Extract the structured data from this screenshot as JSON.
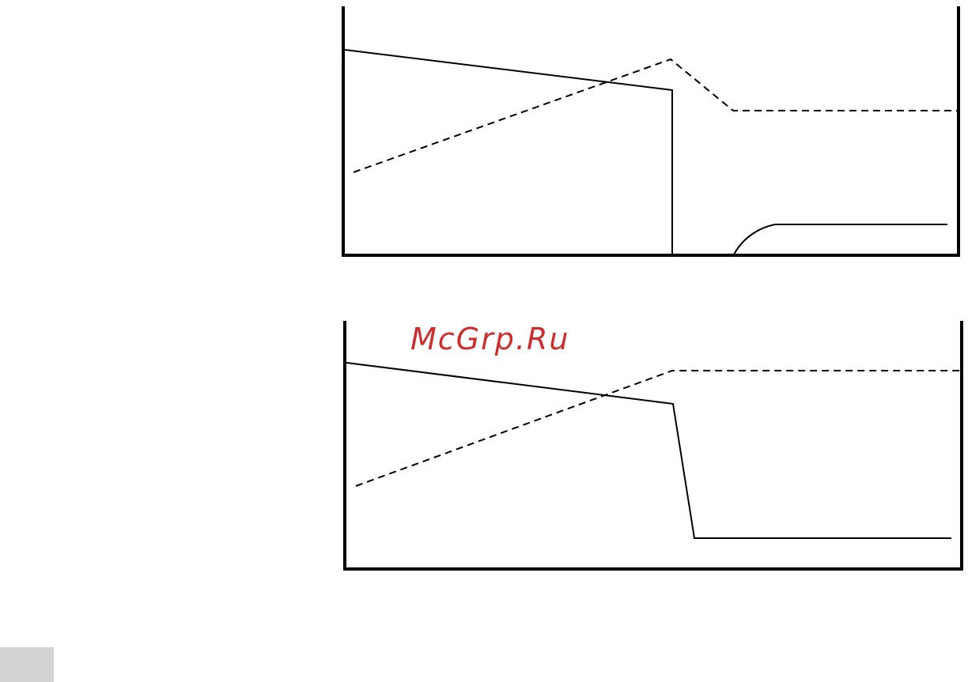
{
  "watermark": {
    "text": "McGrp.Ru"
  },
  "colors": {
    "line": "#000000",
    "watermark": "#cc2e2e",
    "page_background": "#ffffff",
    "corner_block": "#d3d3d3"
  },
  "diagrams": [
    {
      "traces": [
        {
          "style": "solid"
        },
        {
          "style": "dashed"
        },
        {
          "style": "solid"
        }
      ]
    },
    {
      "traces": [
        {
          "style": "solid"
        },
        {
          "style": "dashed"
        }
      ]
    }
  ]
}
